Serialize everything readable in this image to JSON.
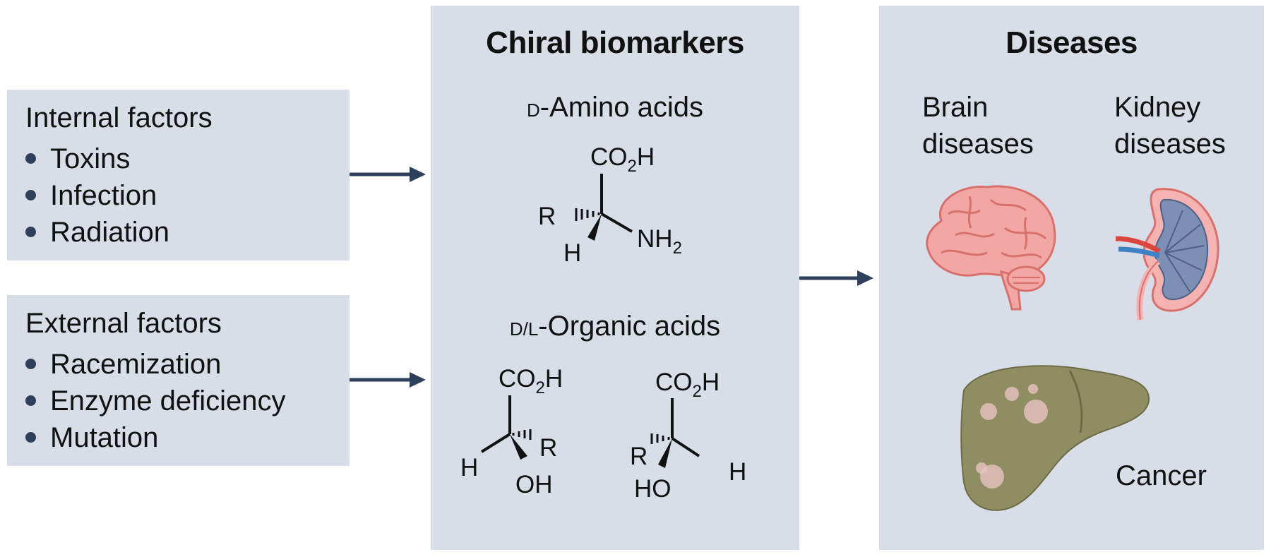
{
  "internal": {
    "title": "Internal factors",
    "items": [
      "Toxins",
      "Infection",
      "Radiation"
    ]
  },
  "external": {
    "title": "External factors",
    "items": [
      "Racemization",
      "Enzyme deficiency",
      "Mutation"
    ]
  },
  "biomarkers": {
    "title": "Chiral biomarkers",
    "amino": {
      "prefix": "D",
      "rest": "-Amino acids"
    },
    "organic": {
      "prefix": "D/L",
      "rest": "-Organic acids"
    }
  },
  "diseases": {
    "title": "Diseases",
    "brain": [
      "Brain",
      "diseases"
    ],
    "kidney": [
      "Kidney",
      "diseases"
    ],
    "cancer": "Cancer"
  },
  "chem_labels": {
    "amino": {
      "top": "CO2H",
      "left": "R",
      "right": "NH2",
      "bottom": "H"
    },
    "l_acid": {
      "top": "CO2H",
      "left": "H",
      "right": "R",
      "bottom": "OH"
    },
    "d_acid": {
      "top": "CO2H",
      "left": "R",
      "right": "H",
      "bottom": "HO"
    }
  },
  "colors": {
    "panel": "#d8dde7",
    "arrow": "#2e3f5c",
    "brain": "#f2a7a4",
    "kidney": "#7d8fb5",
    "liver": "#8f8e63"
  }
}
